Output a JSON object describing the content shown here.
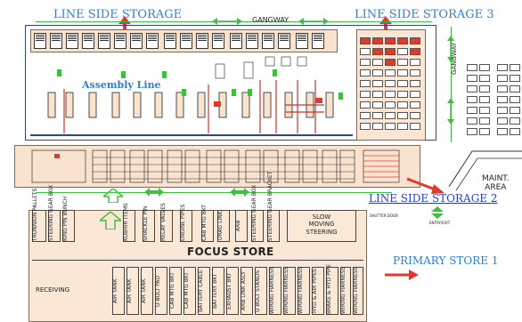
{
  "labels": {
    "line_side_storage": "LINE SIDE STORAGE",
    "line_side_storage_3": "LINE SIDE STORAGE 3",
    "line_side_storage_2": "LINE SIDE  STORAGE 2",
    "gangway_top": "GANGWAY",
    "gangway_side": "GANGWAY",
    "assembly_line": "Assembly Line",
    "maint_area_line1": "MAINT.",
    "maint_area_line2": "AREA",
    "primary_store": "PRIMARY STORE 1",
    "focus_store": "FOCUS STORE",
    "receiving": "RECEIVING",
    "slow_moving_line1": "SLOW",
    "slow_moving_line2": "MOVING",
    "slow_moving_line3": "STEERING",
    "shutter_door": "SHUTTER DOOR",
    "entry_exit": "ENTRY/EXIT"
  },
  "upper_bays": [
    "TRUNNION PALLETS",
    "STEERING GEAR BOX",
    "KING PIN BUNCH",
    "KUBHIR ITEMS",
    "SHACKLE PIN",
    "RELAY VALVES",
    "ENGINE PIPES",
    "CAB MTG BKT",
    "DRAG LINK",
    "ARB",
    "STEERING GEAR BOX",
    "STEERING GEAR BRACKET"
  ],
  "lower_bays": [
    "AIR TANK",
    "AIR TANK",
    "AIR TANK",
    "U-BOLT PAD",
    "CAB MTG BKT",
    "CAB MTG BKT",
    "BATTERY CABLE",
    "BATTERY BKT",
    "EXHAUST BKT",
    "ARB LINK ASLY",
    "U BOLT STANDS",
    "WIRING HARNESS",
    "WIRING HARNESS",
    "WIRING HARNESS",
    "HYD & AIR PIPES",
    "BRAKE & HYD PIPE",
    "WIRING HARNESS",
    "WIRING HARNESS"
  ],
  "colors": {
    "label_blue": "#2f7fd1",
    "arrow_red": "#e23a2a",
    "gangway_green": "#3fbf3f",
    "store_peach": "#f9e3cf",
    "line_blue": "#2a3fc8"
  },
  "icons": [
    "arrow-up-icon",
    "arrow-right-icon",
    "double-arrow-icon"
  ]
}
